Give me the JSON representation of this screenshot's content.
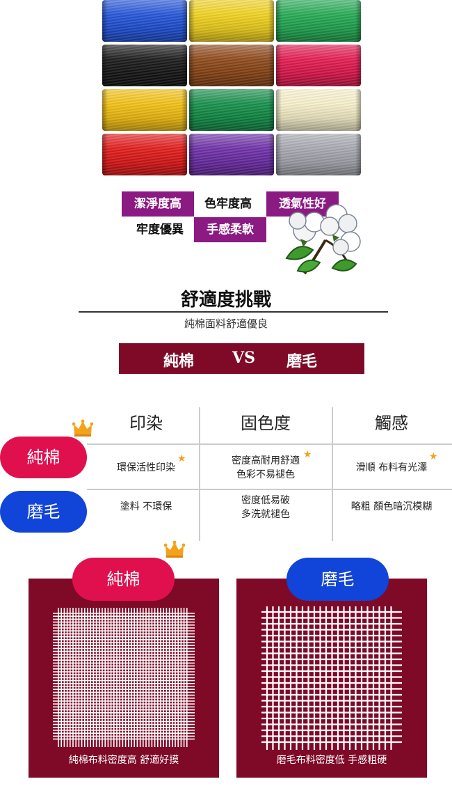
{
  "spools": {
    "rows": [
      [
        "#1d4fd6",
        "#f0d019",
        "#1ea74f"
      ],
      [
        "#141414",
        "#8a4414",
        "#e2154d"
      ],
      [
        "#f1be0d",
        "#0f8c45",
        "#f6efc9"
      ],
      [
        "#e01515",
        "#6a2aa5",
        "#a4a6ae"
      ]
    ]
  },
  "tags": {
    "clean": "潔淨度高",
    "colorfast": "色牢度高",
    "breathable": "透氣性好",
    "strong": "牢度優異",
    "soft": "手感柔軟"
  },
  "heading": {
    "title": "舒適度挑戰",
    "subtitle": "純棉面料舒適優良"
  },
  "vsbar": {
    "left": "純棉",
    "vs": "VS",
    "right": "磨毛"
  },
  "table": {
    "columns": [
      "印染",
      "固色度",
      "觸感"
    ],
    "rows": [
      {
        "label": "純棉",
        "cells": [
          "環保活性印染",
          "密度高耐用舒適\n色彩不易褪色",
          "滑順 布料有光澤"
        ]
      },
      {
        "label": "磨毛",
        "cells": [
          "塗料 不環保",
          "密度低易破\n多洗就褪色",
          "略粗 顏色暗沉模糊"
        ]
      }
    ]
  },
  "panels": {
    "left": {
      "tab": "純棉",
      "caption": "純棉布料密度高  舒適好摸"
    },
    "right": {
      "tab": "磨毛",
      "caption": "磨毛布料密度低  手感粗硬"
    }
  },
  "colors": {
    "maroon": "#7e0a28",
    "purple": "#8b1a83",
    "red_pill": "#e0104f",
    "blue_pill": "#1144d8",
    "star": "#f4a21a"
  }
}
